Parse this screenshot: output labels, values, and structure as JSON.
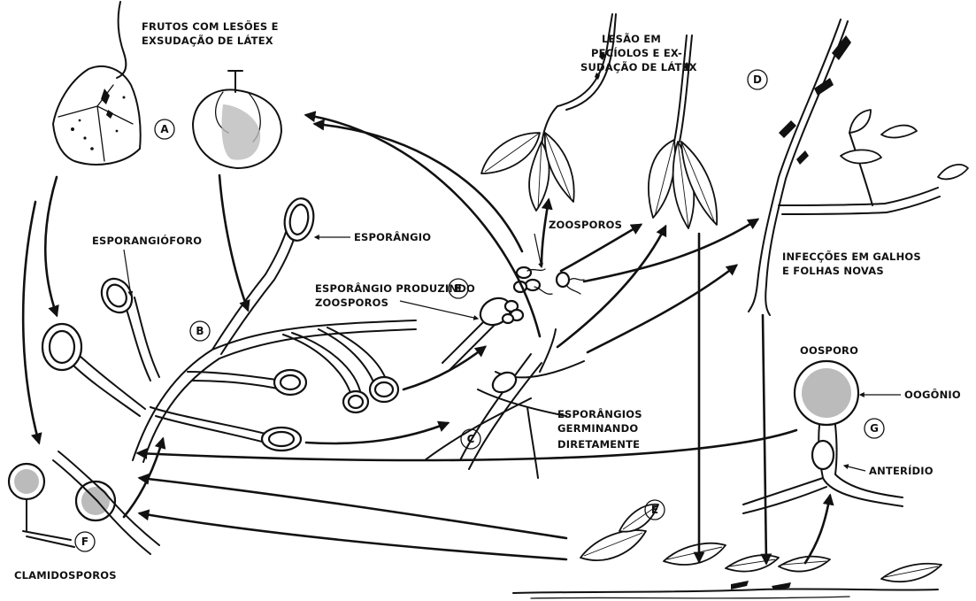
{
  "labels": {
    "frutos_line1": "FRUTOS COM LESÕES E",
    "frutos_line2": "EXSUDAÇÃO DE LÁTEX",
    "lesao_line1": "LESÃO EM",
    "lesao_line2": "PECÍOLOS E EX-",
    "lesao_line3": "SUDAÇÃO DE LÁTEX",
    "esporangioforo": "ESPORANGIÓFORO",
    "esporangio": "ESPORÂNGIO",
    "zoosporos": "ZOOSPOROS",
    "esp_prod_line1": "ESPORÂNGIO PRODUZINDO",
    "esp_prod_line2": "ZOOSPOROS",
    "infeccoes_line1": "INFECÇÕES EM GALHOS",
    "infeccoes_line2": "E FOLHAS NOVAS",
    "oosporo": "OOSPORO",
    "oogonio": "OOGÔNIO",
    "esp_germ_line1": "ESPORÂNGIOS",
    "esp_germ_line2": "GERMINANDO",
    "esp_germ_line3": "DIRETAMENTE",
    "anteridio": "ANTERÍDIO",
    "clamidosporos": "CLAMIDOSPOROS"
  },
  "markers": {
    "a": "A",
    "b": "B",
    "c": "C",
    "d": "D",
    "e_upper": "E",
    "e_lower": "E",
    "f": "F",
    "g": "G"
  }
}
